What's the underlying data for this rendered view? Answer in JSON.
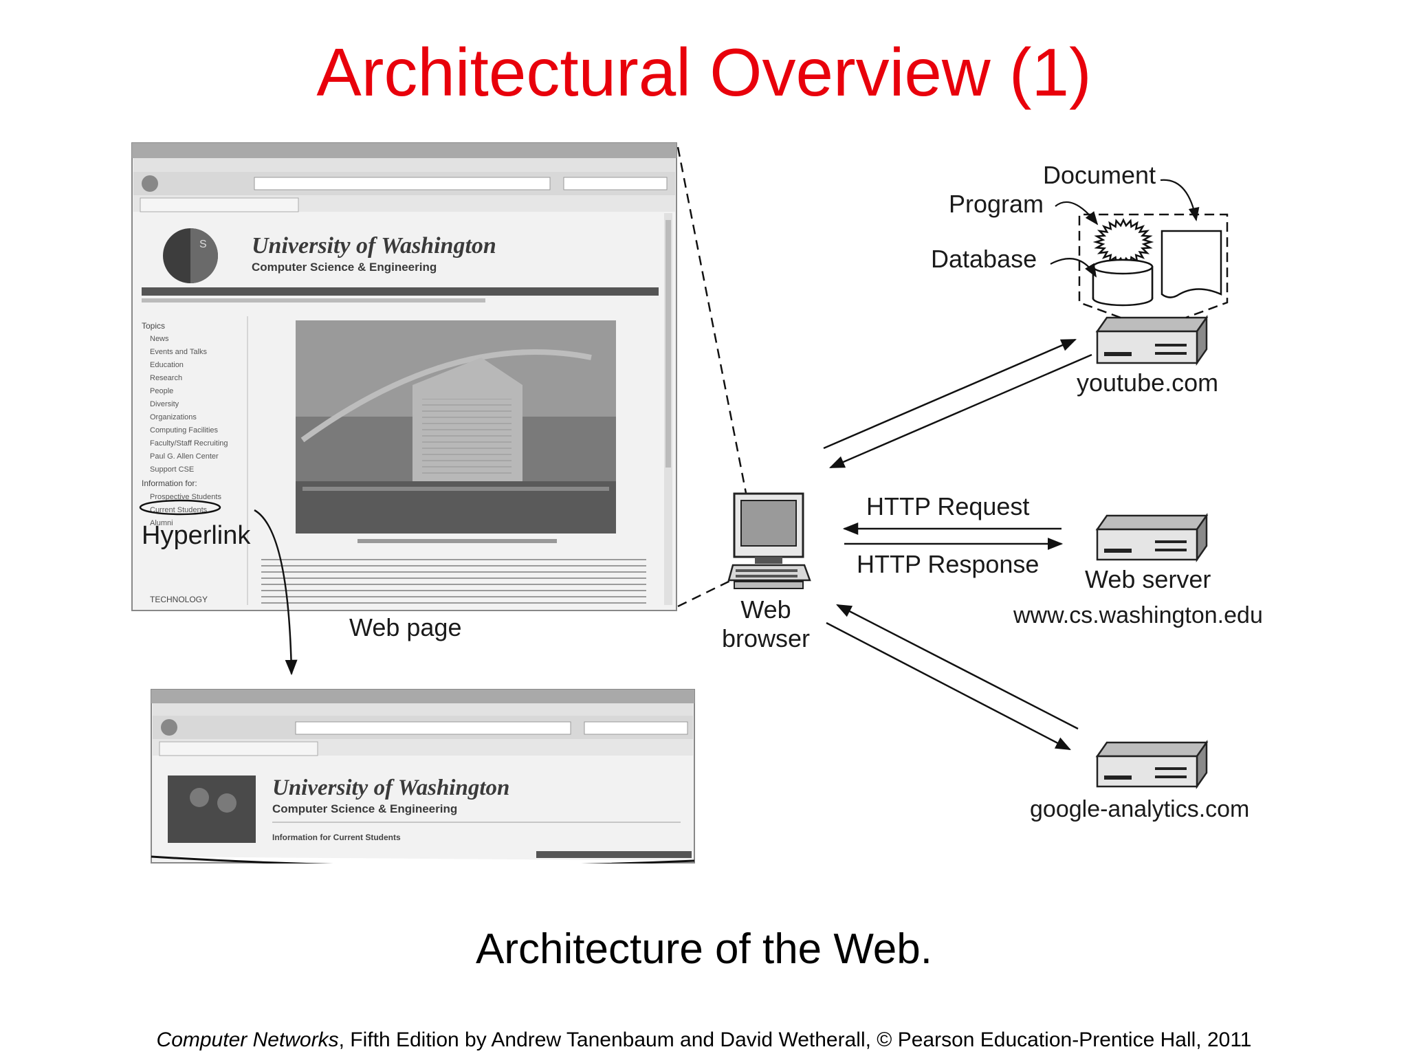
{
  "title": "Architectural Overview (1)",
  "labels": {
    "document": "Document",
    "program": "Program",
    "database": "Database",
    "youtube": "youtube.com",
    "http_request": "HTTP Request",
    "http_response": "HTTP Response",
    "web_server": "Web server",
    "cs_washington": "www.cs.washington.edu",
    "web_browser_line1": "Web",
    "web_browser_line2": "browser",
    "google_analytics": "google-analytics.com",
    "web_page": "Web page",
    "hyperlink": "Hyperlink"
  },
  "screenshot_main": {
    "site_title": "University of Washington",
    "site_subtitle": "Computer Science & Engineering",
    "sidebar_heading": "Topics",
    "sidebar_items": [
      "News",
      "Events and Talks",
      "Education",
      "Research",
      "People",
      "Diversity",
      "Organizations",
      "Computing Facilities",
      "Faculty/Staff Recruiting",
      "Paul G. Allen Center",
      "Support CSE"
    ],
    "info_heading": "Information for:",
    "info_items": [
      "Prospective Students",
      "Current Students",
      "Alumni"
    ],
    "sidebar_footer": "TECHNOLOGY"
  },
  "screenshot_second": {
    "site_title": "University of Washington",
    "site_subtitle": "Computer Science & Engineering",
    "page_heading": "Information for Current Students"
  },
  "caption": "Architecture of the Web.",
  "footer": {
    "book": "Computer Networks",
    "rest": ", Fifth Edition by Andrew Tanenbaum and David Wetherall, © Pearson Education-Prentice Hall, 2011"
  }
}
